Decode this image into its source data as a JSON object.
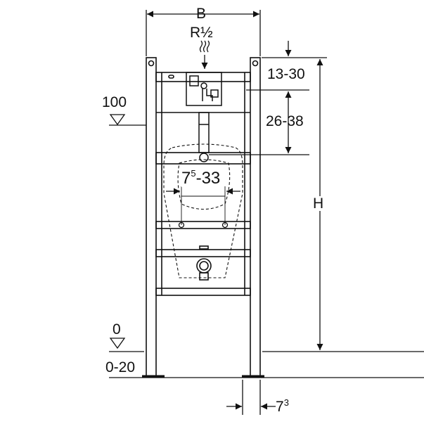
{
  "dimensions": {
    "width_label": "B",
    "connection_label": "R½",
    "top_offset": "13-30",
    "valve_offset": "26-38",
    "height_label": "H",
    "reference_level": "100",
    "floor_level": "0",
    "floor_build_up": "0-20",
    "fixing_spacing_base": "7",
    "fixing_spacing_sup": "5",
    "fixing_spacing_rest": "-33",
    "post_depth_base": "7",
    "post_depth_sup": "3"
  }
}
